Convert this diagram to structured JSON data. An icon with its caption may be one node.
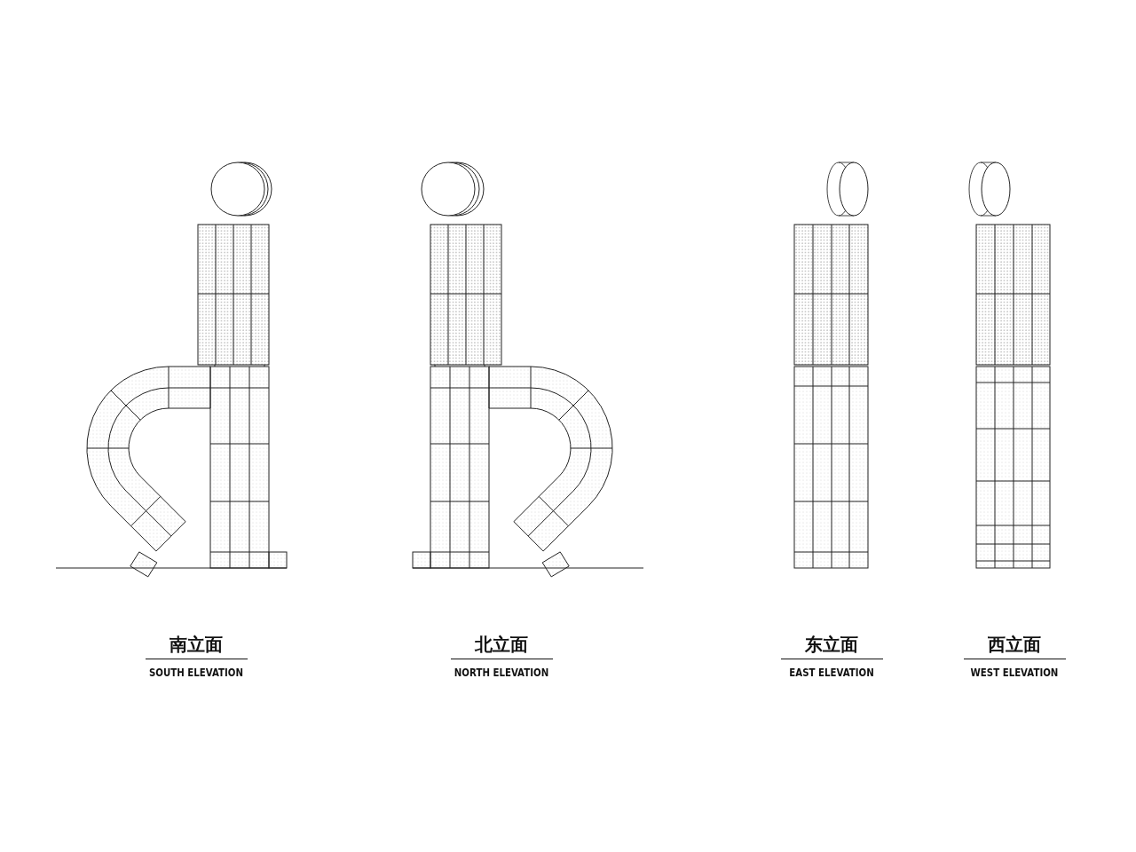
{
  "diagram": {
    "labels": [
      "南立面",
      "SOUTH ELEVATION",
      "北立面",
      "NORTH ELEVATION",
      "东立面",
      "EAST ELEVATION",
      "西立面",
      "WEST ELEVATION"
    ]
  }
}
